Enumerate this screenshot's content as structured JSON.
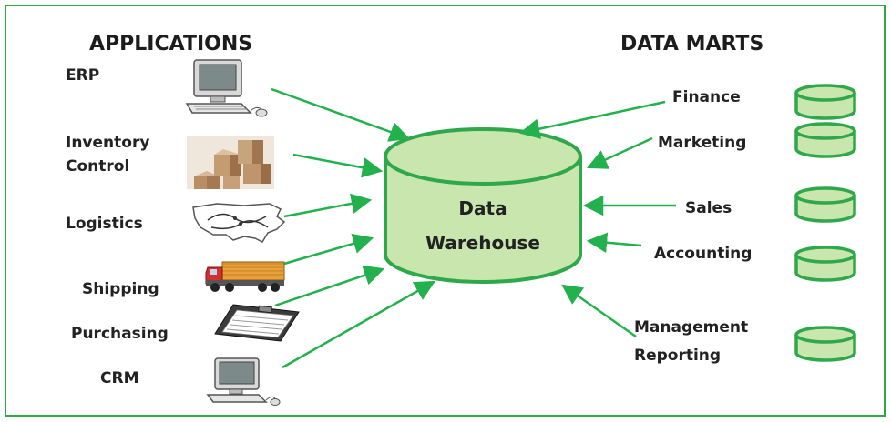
{
  "headings": {
    "applications": "APPLICATIONS",
    "data_marts": "DATA MARTS"
  },
  "center": {
    "line1": "Data",
    "line2": "Warehouse"
  },
  "applications": [
    {
      "label": "ERP",
      "icon": "computer-icon"
    },
    {
      "label_line1": "Inventory",
      "label_line2": "Control",
      "icon": "boxes-icon"
    },
    {
      "label": "Logistics",
      "icon": "usa-map-icon"
    },
    {
      "label": "Shipping",
      "icon": "truck-icon"
    },
    {
      "label": "Purchasing",
      "icon": "clipboard-icon"
    },
    {
      "label": "CRM",
      "icon": "computer-icon"
    }
  ],
  "data_marts": [
    {
      "label": "Finance",
      "icon": "database-cylinder-icon"
    },
    {
      "label": "Marketing",
      "icon": "database-cylinder-icon"
    },
    {
      "label": "Sales",
      "icon": "database-cylinder-icon"
    },
    {
      "label": "Accounting",
      "icon": "database-cylinder-icon"
    },
    {
      "label_line1": "Management",
      "label_line2": "Reporting",
      "icon": "database-cylinder-icon"
    }
  ],
  "colors": {
    "border": "#2ea84a",
    "arrow": "#22b14c",
    "cylinder_fill": "#c8e6ad",
    "cylinder_stroke": "#2ea84a",
    "text": "#222222"
  }
}
